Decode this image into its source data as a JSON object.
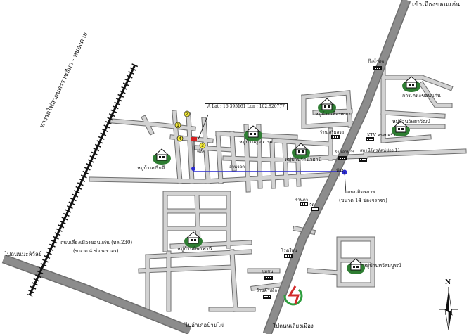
{
  "labels": {
    "to_khonkaen_city": "เข้าเมืองขอนแก่น",
    "railway": "ทางรถไฟสายนครราชสีมา - หนองคาย",
    "lat_lon": "A Lat : 16.395161 Lon : 102.820777",
    "village_w": "หมู่บ้านปรียดี",
    "village_c": "หมู่บ้านภูวนารถ",
    "village_c2": "หมู่บ้านรัตนาธานี",
    "village_n": "หมู่บ้านเพื่อนทอง",
    "village_e": "หมู่บ้านวิทยาวัฒน์",
    "village_ne": "การเคหะขอนแก่น",
    "village_s": "หมู่บ้านพินาฟานี",
    "village_se": "หมู่บ้านทวีสมบูรณ์",
    "ring_road": "ถนนเลี่ยงเมืองขอนแก่น (ทล.230)",
    "ring_road_lanes": "(ขนาด 4 ช่องจราจร)",
    "mittraphap": "ถนนมิตรภาพ",
    "mittraphap_lanes": "(ขนาด 14 ช่องจราจร)",
    "to_sila": "ไปถนนเลี่ยงเมือง",
    "to_udon": "ไปอำเภอบ้านไผ่",
    "to_left": "ไปถนนมะลิวัลย์",
    "tv_station": "สถานีโทรทัศน์ช่อง 11",
    "ktv": "KTV ครอบครัว",
    "shop_a": "ร้านเสริมสวย",
    "shop_b": "ปั๊มน้ำมัน",
    "shop_c": "ร้านอาหาร",
    "shop_d": "ร้านค้า",
    "shop_e": "โรงเรียน",
    "shop_f": "ชุมชน",
    "shop_g": "ร้านค้าปลีก",
    "shop_h": "วัด",
    "shop_i": "ลานจอด",
    "site_label": "ที่ตั้ง",
    "small_label": "ห้อง",
    "num_1": "1",
    "num_2": "2",
    "num_3": "3",
    "num_4": "4",
    "north": "N"
  },
  "colors": {
    "road_fill": "#d2d2d2",
    "road_edge": "#6e6e6e",
    "highway": "#8c8c8c",
    "route_line": "#2b2bd0",
    "tree_green": "#2e7d32",
    "flag_red": "#d42020",
    "marker_yellow": "#f4ea3c",
    "logo_green": "#2e9e3e",
    "logo_red": "#d12b2b"
  }
}
